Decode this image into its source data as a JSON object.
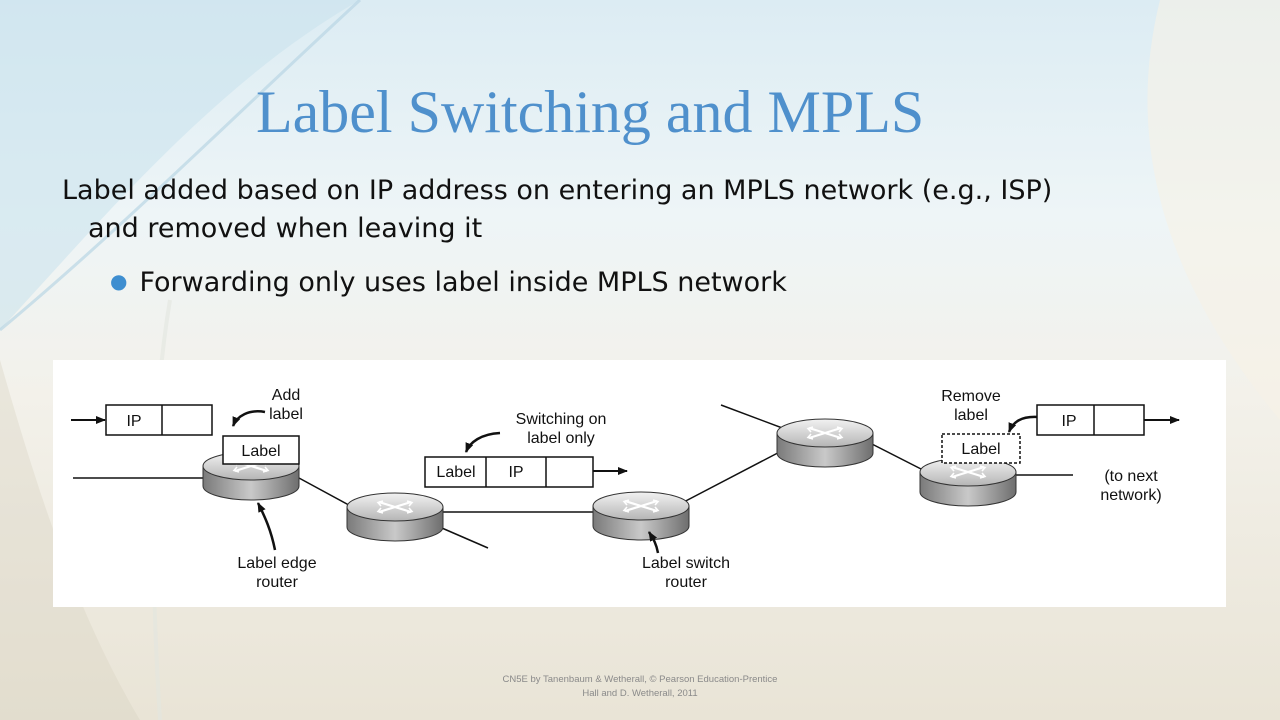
{
  "slide": {
    "title": "Label Switching and MPLS",
    "paragraph_line1": "Label added based on IP address on entering an MPLS network (e.g., ISP)",
    "paragraph_line2": "and removed when leaving it",
    "bullet": "Forwarding only uses label inside MPLS network",
    "footer_line1": "CN5E by Tanenbaum & Wetherall, © Pearson Education-Prentice",
    "footer_line2": "Hall and D. Wetherall, 2011"
  },
  "diagram": {
    "packet_left": {
      "field": "IP"
    },
    "label_box_left": "Label",
    "add_label": [
      "Add",
      "label"
    ],
    "switching_note": [
      "Switching on",
      "label only"
    ],
    "packet_mid": {
      "label_field": "Label",
      "ip_field": "IP"
    },
    "remove_label": [
      "Remove",
      "label"
    ],
    "packet_right": {
      "field": "IP"
    },
    "label_box_right": "Label",
    "next_network": [
      "(to next",
      "network)"
    ],
    "edge_router_caption": [
      "Label edge",
      "router"
    ],
    "switch_router_caption": [
      "Label switch",
      "router"
    ]
  }
}
